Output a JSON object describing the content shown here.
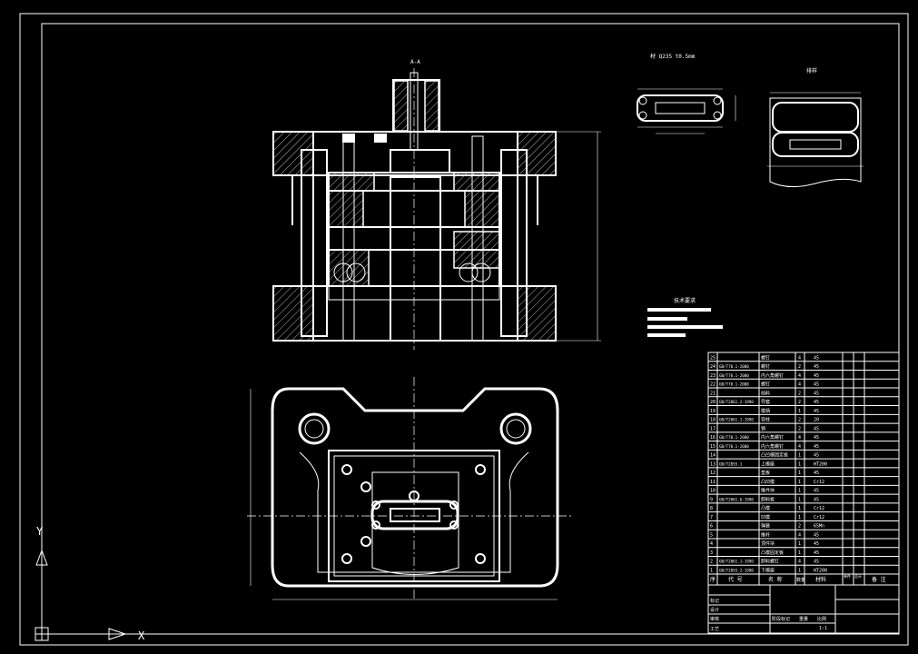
{
  "section_label": "A-A",
  "note_label": "材 Q235 t0.5mm",
  "detail_label": "排样",
  "notes_title": "技术要求",
  "parts_table": {
    "header": {
      "no": "序",
      "code": "代 号",
      "name": "名 称",
      "qty": "数量",
      "material": "材料"
    },
    "rows": [
      {
        "no": "25",
        "code": "",
        "name": "螺钉",
        "qty": "4",
        "material": "45"
      },
      {
        "no": "24",
        "code": "GB/T70.1-2000",
        "name": "螺钉",
        "qty": "2",
        "material": "45"
      },
      {
        "no": "23",
        "code": "GB/T70.1-2000",
        "name": "内六角螺钉",
        "qty": "4",
        "material": "45"
      },
      {
        "no": "22",
        "code": "GB/T70.1-2000",
        "name": "螺钉",
        "qty": "4",
        "material": "45"
      },
      {
        "no": "21",
        "code": "",
        "name": "挡料",
        "qty": "2",
        "material": "45"
      },
      {
        "no": "20",
        "code": "GB/T2861.2-1990",
        "name": "导套",
        "qty": "2",
        "material": "45"
      },
      {
        "no": "19",
        "code": "",
        "name": "模柄",
        "qty": "1",
        "material": "45"
      },
      {
        "no": "18",
        "code": "GB/T2861.1-1990",
        "name": "导柱",
        "qty": "2",
        "material": "20"
      },
      {
        "no": "17",
        "code": "",
        "name": "销",
        "qty": "2",
        "material": "45"
      },
      {
        "no": "16",
        "code": "GB/T70.1-2000",
        "name": "内六角螺钉",
        "qty": "4",
        "material": "45"
      },
      {
        "no": "15",
        "code": "GB/T70.1-2000",
        "name": "内六角螺钉",
        "qty": "4",
        "material": "45"
      },
      {
        "no": "14",
        "code": "",
        "name": "凸凹模固定板",
        "qty": "1",
        "material": "45"
      },
      {
        "no": "13",
        "code": "GB/T2855.1",
        "name": "上模座",
        "qty": "1",
        "material": "HT200"
      },
      {
        "no": "12",
        "code": "",
        "name": "垫板",
        "qty": "1",
        "material": "45"
      },
      {
        "no": "11",
        "code": "",
        "name": "凸凹模",
        "qty": "1",
        "material": "Cr12"
      },
      {
        "no": "10",
        "code": "",
        "name": "推件块",
        "qty": "1",
        "material": "45"
      },
      {
        "no": "9",
        "code": "GB/T2861.6-1990",
        "name": "卸料板",
        "qty": "1",
        "material": "45"
      },
      {
        "no": "8",
        "code": "",
        "name": "凸模",
        "qty": "1",
        "material": "Cr12"
      },
      {
        "no": "7",
        "code": "",
        "name": "凹模",
        "qty": "1",
        "material": "Cr12"
      },
      {
        "no": "6",
        "code": "",
        "name": "弹簧",
        "qty": "2",
        "material": "65Mn"
      },
      {
        "no": "5",
        "code": "",
        "name": "推杆",
        "qty": "4",
        "material": "45"
      },
      {
        "no": "4",
        "code": "",
        "name": "顶件块",
        "qty": "1",
        "material": "45"
      },
      {
        "no": "3",
        "code": "",
        "name": "凸模固定板",
        "qty": "1",
        "material": "45"
      },
      {
        "no": "2",
        "code": "GB/T2861.1-1990",
        "name": "卸料螺钉",
        "qty": "4",
        "material": "45"
      },
      {
        "no": "1",
        "code": "GB/T2855.2-1990",
        "name": "下模座",
        "qty": "1",
        "material": "HT200"
      }
    ],
    "totals_header": [
      "单件",
      "总计",
      "备 注"
    ]
  },
  "title_block": {
    "labels": [
      "标记",
      "设计",
      "审核",
      "工艺",
      "阶段标记",
      "重量",
      "比例"
    ],
    "scale": "1:1"
  },
  "ucs": {
    "y_axis": "Y",
    "x_axis": "X"
  },
  "colors": {
    "background": "#000000",
    "lines": "#ffffff"
  }
}
